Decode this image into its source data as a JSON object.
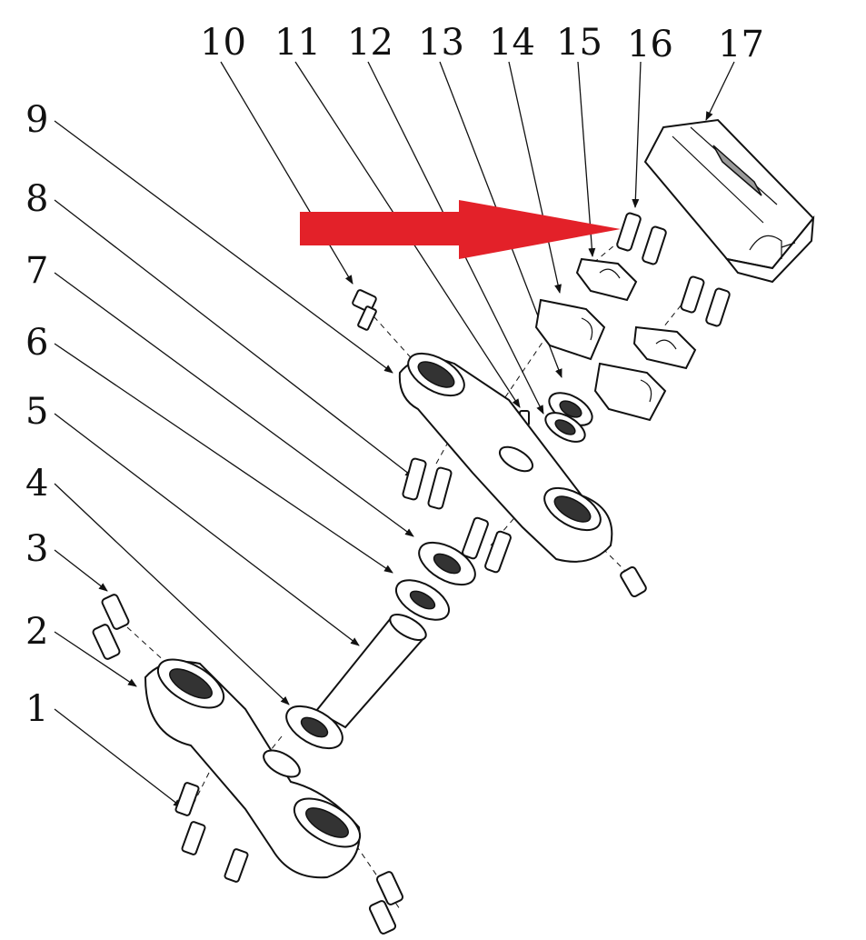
{
  "callouts": [
    "1",
    "2",
    "3",
    "4",
    "5",
    "6",
    "7",
    "8",
    "9",
    "10",
    "11",
    "12",
    "13",
    "14",
    "15",
    "16",
    "17"
  ],
  "colors": {
    "arrow": "#e32129",
    "ink": "#111111",
    "background": "#ffffff"
  }
}
